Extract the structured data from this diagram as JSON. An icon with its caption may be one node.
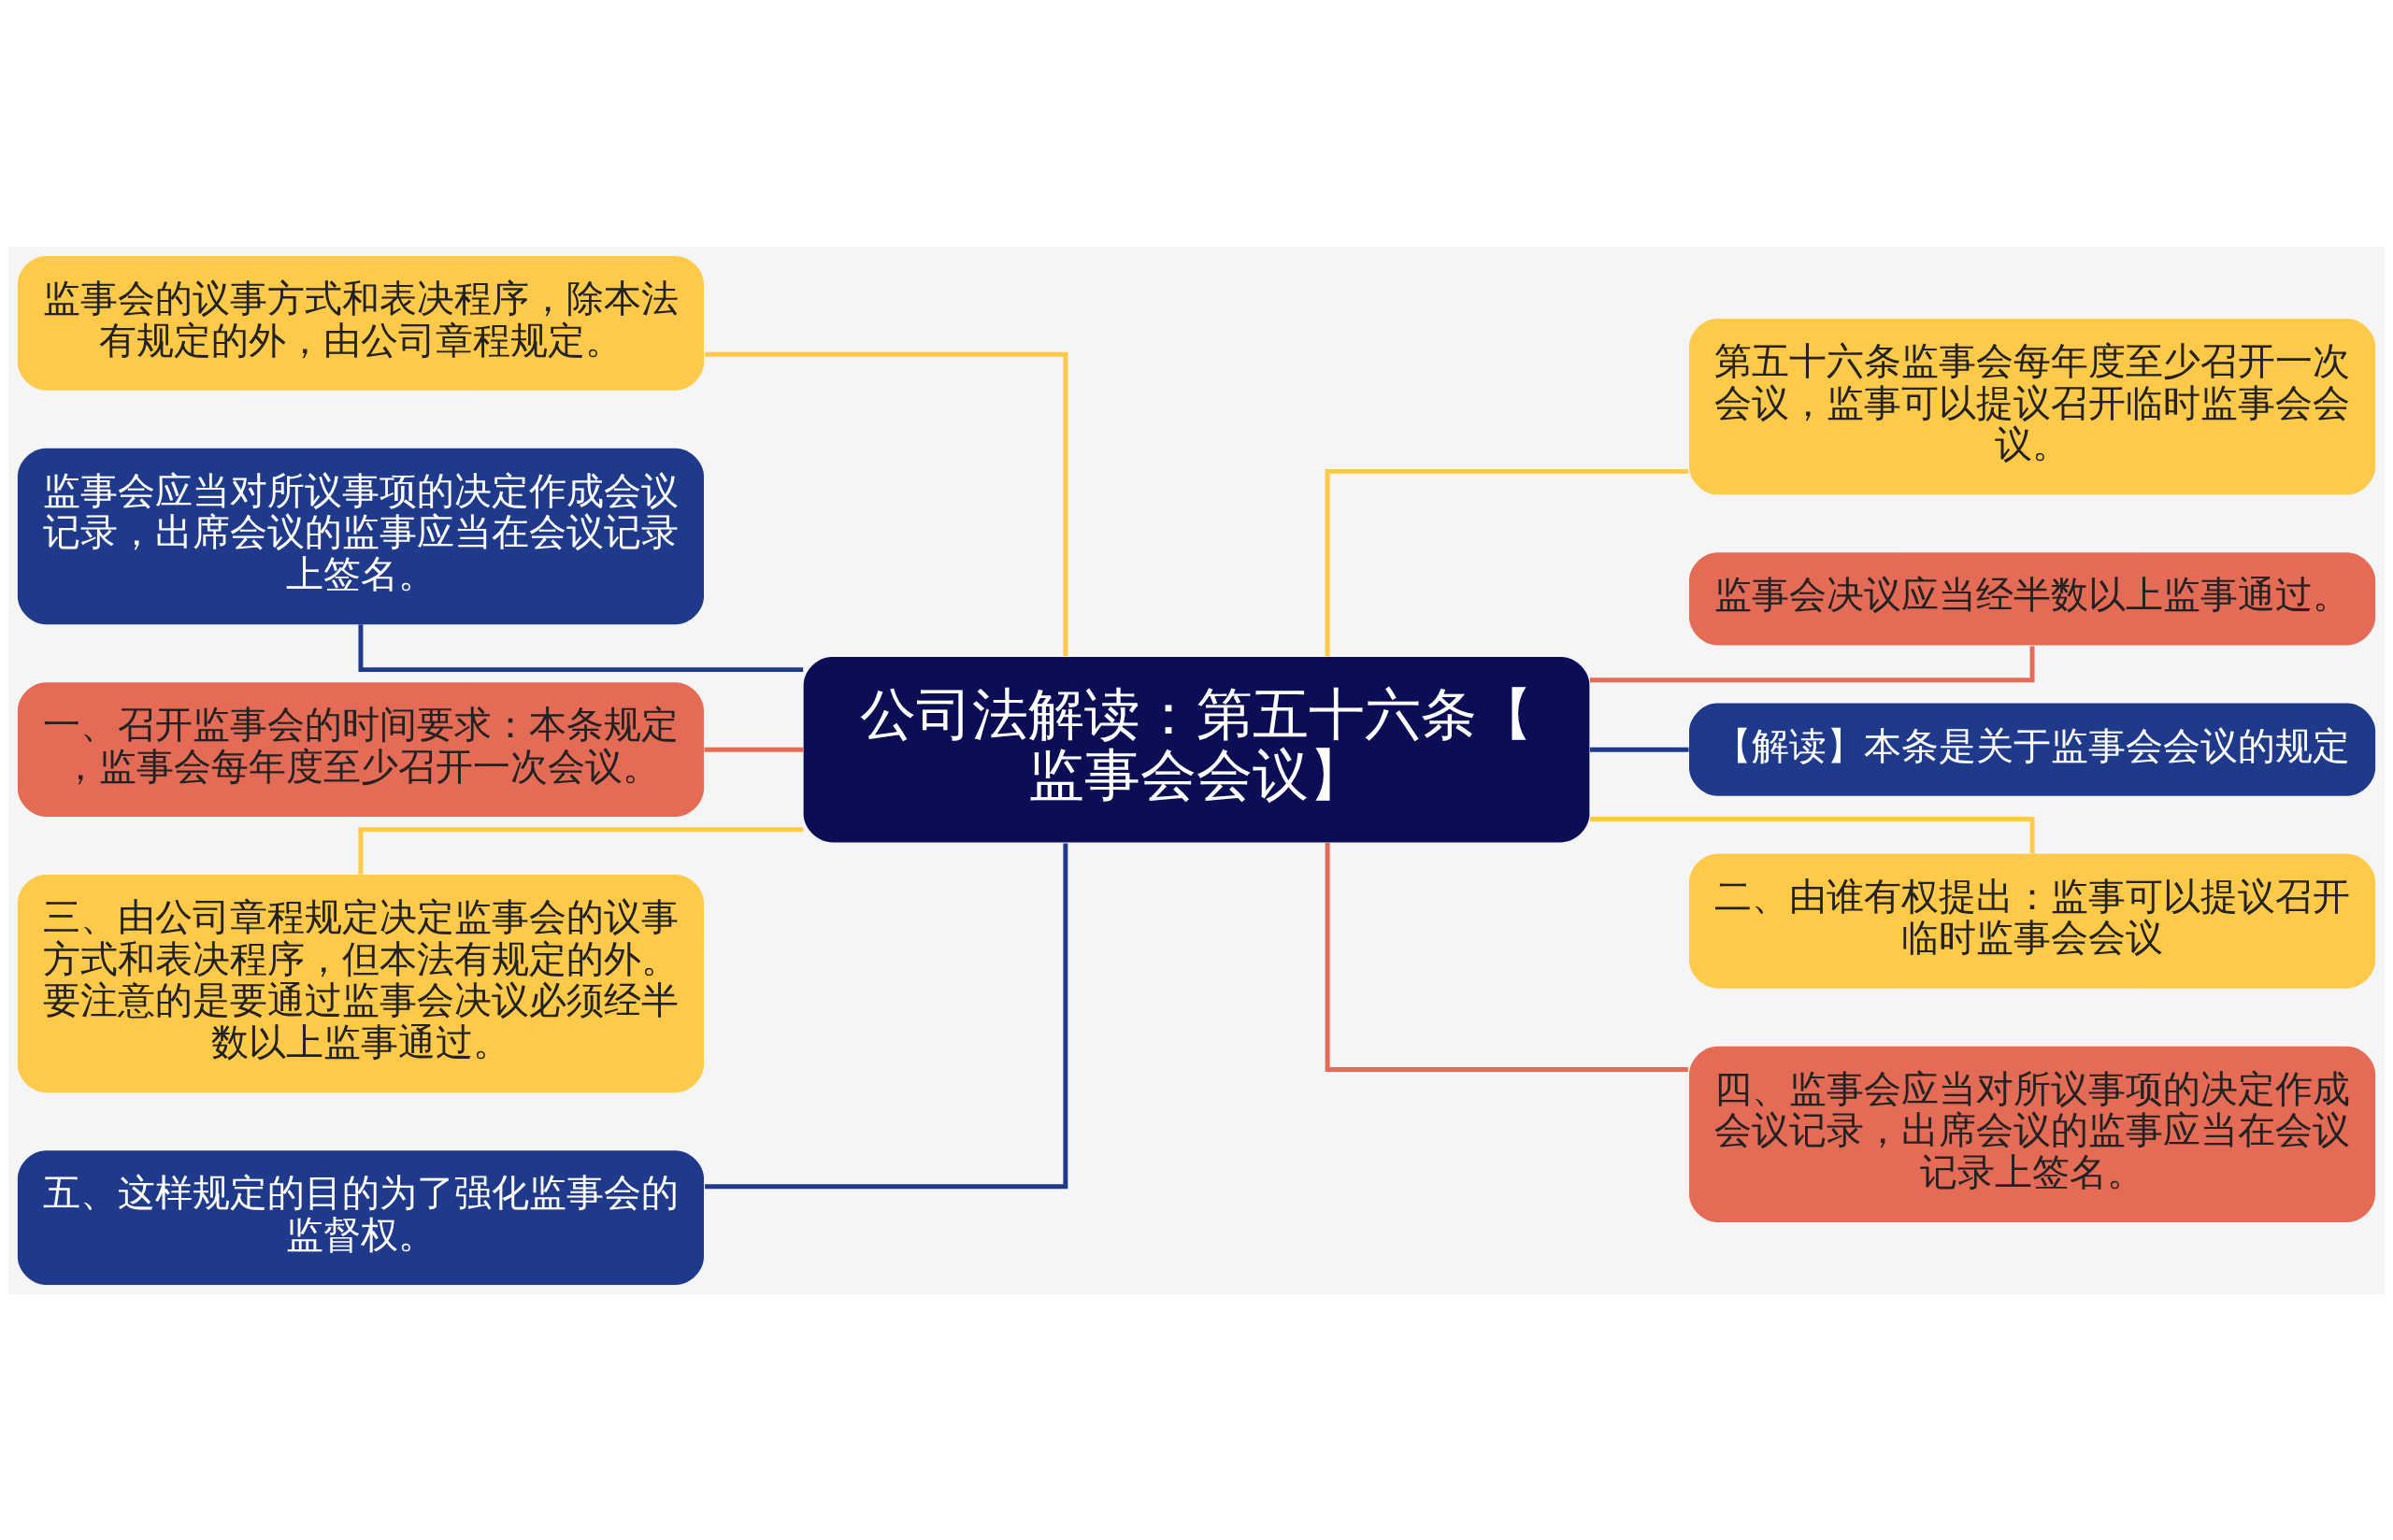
{
  "diagram": {
    "nodes": [
      {
        "text": [
          "公司法解读：第五十六条【监事会会议】"
        ]
      },
      {
        "text": [
          "监事会的议事方式和表决程序，除本法有规定的外，由公司章程规定。"
        ]
      },
      {
        "text": [
          "监事会应当对所议事项的决定作成会议记录，出席会议的监事应当在会议记录上签名。"
        ]
      },
      {
        "text": [
          "一、召开监事会的时间要求：本条规定，监事会每年度至少召开一次会议。"
        ]
      },
      {
        "text": [
          "三、由公司章程规定决定监事会的议事方式和表决程序，但本法有规定的外。要注意的是要通过监事会决议必须经半数以上监事通过。"
        ]
      },
      {
        "text": [
          "五、这样规定的目的为了强化监事会的监督权。"
        ]
      },
      {
        "text": [
          "第五十六条监事会每年度至少召开一次会议，监事可以提议召开临时监事会会议。"
        ]
      },
      {
        "text": [
          "监事会决议应当经半数以上监事通过。"
        ]
      },
      {
        "text": [
          "【解读】本条是关于监事会会议的规定"
        ]
      },
      {
        "text": [
          "二、由谁有权提出：监事可以提议召开临时监事会会议"
        ]
      },
      {
        "text": [
          "四、监事会应当对所议事项的决定作成会议记录，出席会议的监事应当在会议记录上签名。"
        ]
      }
    ],
    "edges": [
      {
        "from": 1,
        "to": 0,
        "arrow": "none"
      },
      {
        "from": 2,
        "to": 0,
        "arrow": "none",
        "color": "#1f3a8a"
      },
      {
        "from": 3,
        "to": 0,
        "arrow": "none",
        "color": "#e46c57"
      },
      {
        "from": 4,
        "to": 0,
        "arrow": "none"
      },
      {
        "from": 5,
        "to": 0,
        "arrow": "none",
        "color": "#1f3a8a"
      },
      {
        "from": 0,
        "to": 6,
        "arrow": "none"
      },
      {
        "from": 0,
        "to": 7,
        "arrow": "none",
        "color": "#e46c57"
      },
      {
        "from": 0,
        "to": 8,
        "arrow": "none",
        "color": "#1f3a8a"
      },
      {
        "from": 0,
        "to": 9,
        "arrow": "none"
      },
      {
        "from": 0,
        "to": 10,
        "arrow": "none",
        "color": "#e46c57"
      }
    ]
  }
}
